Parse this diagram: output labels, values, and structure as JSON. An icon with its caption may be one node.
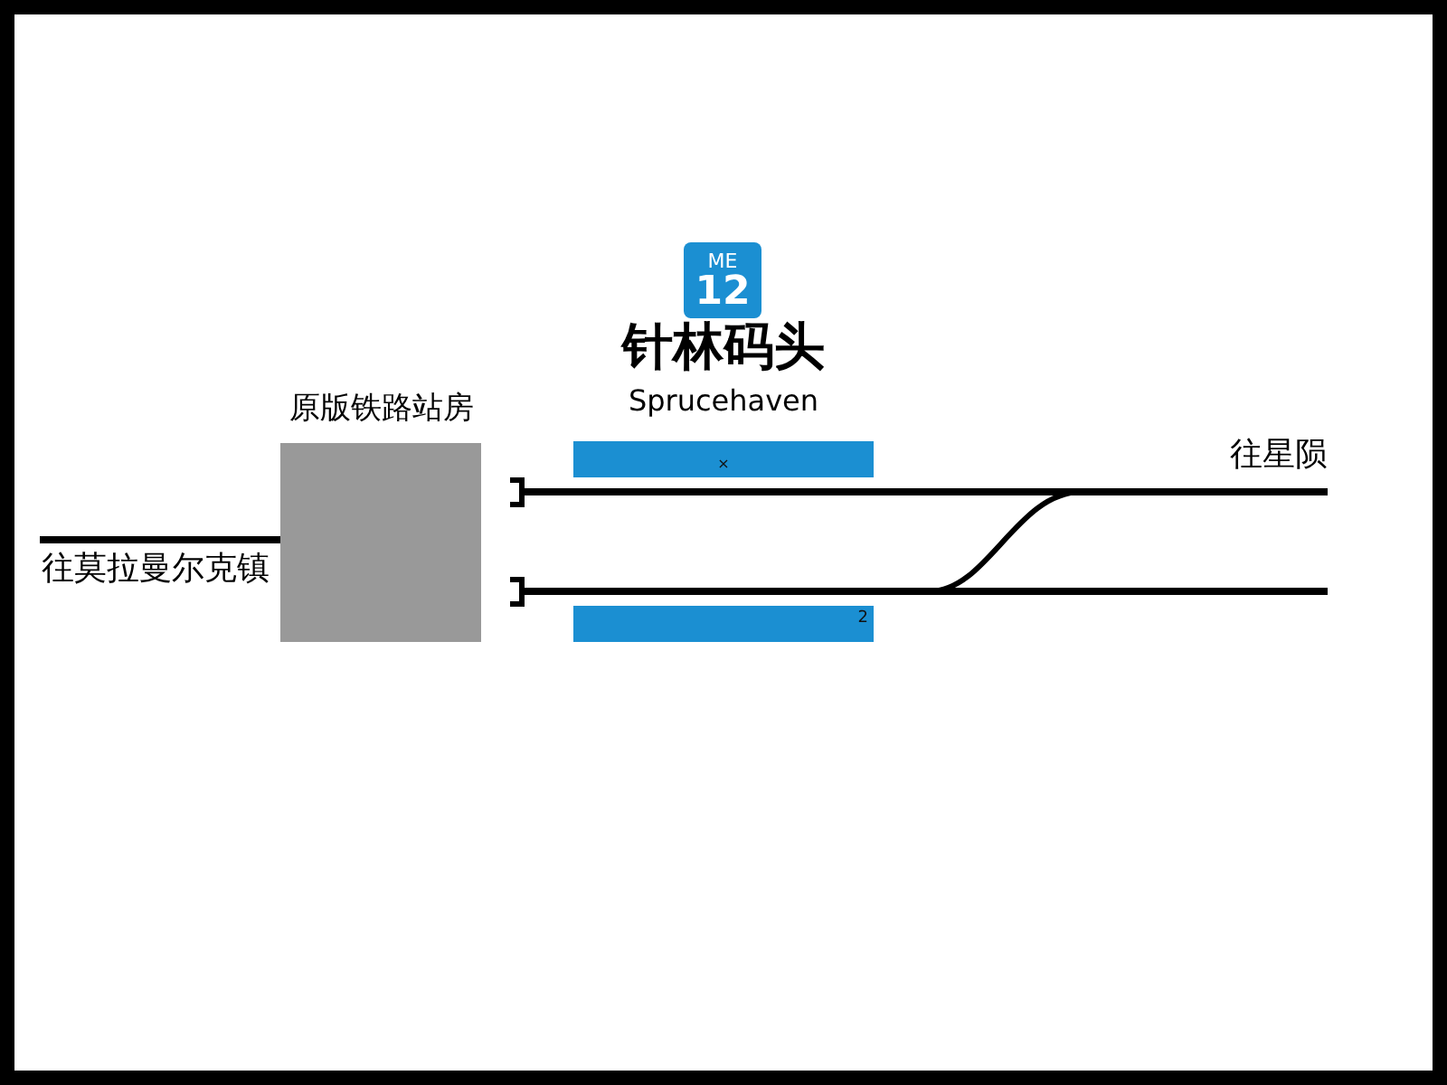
{
  "diagram": {
    "nodes": [
      {
        "text": [
          "ME",
          "12"
        ]
      },
      {
        "text": [
          "原版铁路站房"
        ]
      },
      {
        "text": [
          "×"
        ]
      },
      {
        "text": [
          "2"
        ]
      }
    ],
    "edges": [
      {
        "from": null,
        "to": 1,
        "arrow": "none",
        "label": "往莫拉曼尔克镇"
      }
    ],
    "labels": [
      "针林码头",
      "Sprucehaven",
      "往星陨"
    ]
  }
}
